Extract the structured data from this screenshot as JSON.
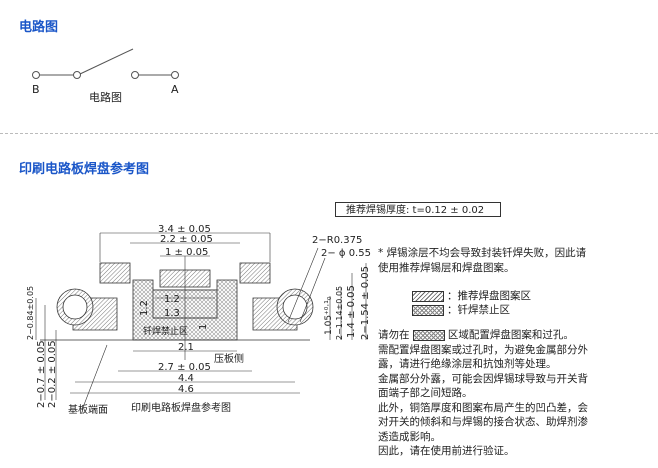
{
  "section1": {
    "title": "电路图",
    "circuit_label": "电路图",
    "terminal_b": "B",
    "terminal_a": "A"
  },
  "section2": {
    "title": "印刷电路板焊盘参考图",
    "thickness_box": "推荐焊锡厚度: t=0.12 ± 0.02",
    "dims": {
      "d34": "3.4 ± 0.05",
      "d22": "2.2 ± 0.05",
      "d1": "1 ± 0.05",
      "r": "2−R0.375",
      "phi": "2− ϕ 0.55",
      "d12h": "1.2",
      "d13": "1.3",
      "d12v": "1.2",
      "d1v": "1",
      "d21": "2.1",
      "d27": "2.7 ± 0.05",
      "d44": "4.4",
      "d46": "4.6",
      "d105": "1.05⁺⁰·¹₀",
      "d214": "2−1.14±0.05",
      "d14": "1.4 ± 0.05",
      "d254": "2−1.54 ± 0.05",
      "d084": "2−0.84±0.05",
      "d07": "2−0.7 ± 0.05",
      "d02": "2−0.2 ± 0.05"
    },
    "labels": {
      "no_solder": "钎焊禁止区",
      "press_side": "压板侧",
      "board_edge": "基板端面",
      "caption": "印刷电路板焊盘参考图"
    },
    "note_star": "* 焊锡涂层不均会导致封装钎焊失败，因此请使用推荐焊锡层和焊盘图案。",
    "legend": [
      {
        "label": "：推荐焊盘图案区"
      },
      {
        "label": "：钎焊禁止区"
      }
    ],
    "notes_prefix": "请勿在",
    "notes_suffix": "区域配置焊盘图案和过孔。",
    "notes": [
      "需配置焊盘图案或过孔时，为避免金属部分外露，请进行绝缘涂层和抗蚀剂等处理。",
      "金属部分外露，可能会因焊锡球导致与开关背面端子部之间短路。",
      "此外，铜箔厚度和图案布局产生的凹凸差，会对开关的倾斜和与焊锡的接合状态、助焊剂渗透造成影响。",
      "因此，请在使用前进行验证。"
    ]
  }
}
